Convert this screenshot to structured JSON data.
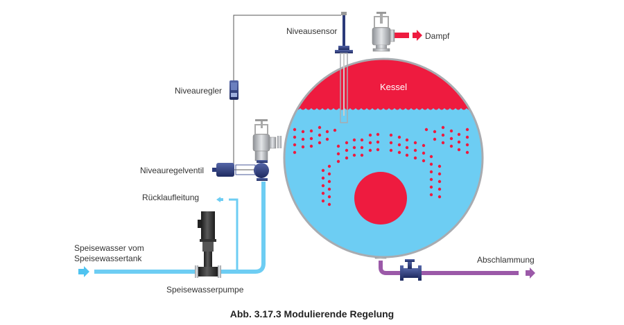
{
  "colors": {
    "steam": "#ee1b3f",
    "water": "#6dcdf3",
    "pipe_water": "#6dcdf3",
    "blowdown": "#9b59a8",
    "shell": "#a8abb0",
    "control": "#2b3a7a",
    "text": "#333333"
  },
  "labels": {
    "niveausensor": "Niveausensor",
    "dampf": "Dampf",
    "niveauregler": "Niveauregler",
    "kessel": "Kessel",
    "niveauregelventil": "Niveauregelventil",
    "ruecklaufleitung": "Rücklaufleitung",
    "speisewasser_line1": "Speisewasser vom",
    "speisewasser_line2": "Speisewassertank",
    "speisewasserpumpe": "Speisewasserpumpe",
    "abschlammung": "Abschlammung"
  },
  "caption": "Abb. 3.17.3 Modulierende Regelung"
}
